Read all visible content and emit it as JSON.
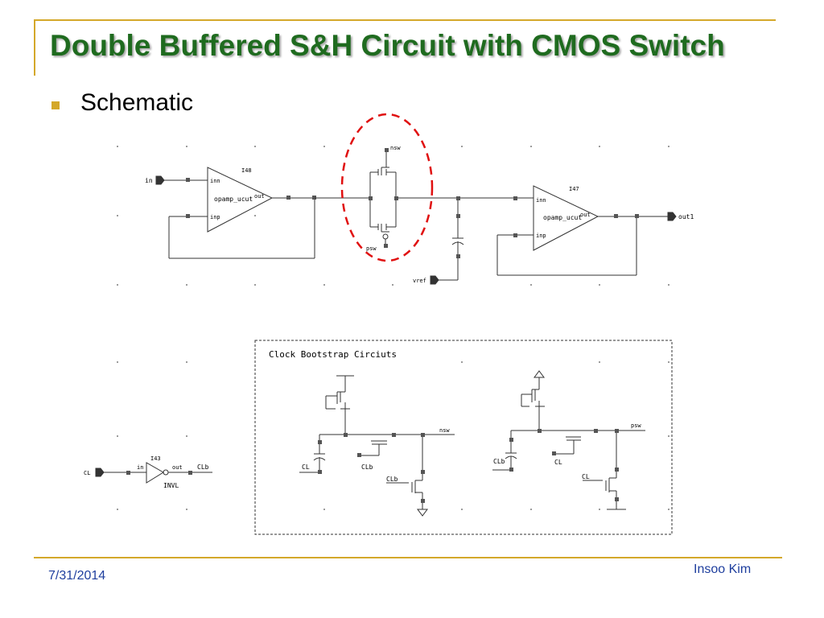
{
  "slide": {
    "title": "Double Buffered S&H Circuit with CMOS Switch",
    "bullet": "Schematic"
  },
  "schematic": {
    "net_in": "in",
    "amp1_instance": "I48",
    "amp1_cell": "opamp_ucut",
    "amp1_pin_inn": "inn",
    "amp1_pin_inp": "inp",
    "amp1_pin_out": "out",
    "switch_gate_top": "nsw",
    "switch_gate_bottom": "psw",
    "net_vref": "vref",
    "amp2_instance": "I47",
    "amp2_cell": "opamp_ucut",
    "amp2_pin_inn": "inn",
    "amp2_pin_inp": "inp",
    "amp2_pin_out": "out",
    "net_out": "out1",
    "bootstrap_title": "Clock Bootstrap Circiuts",
    "boot1_net": "nsw",
    "boot1_cl": "CL",
    "boot1_clb_a": "CLb",
    "boot1_clb_b": "CLb",
    "boot2_net": "psw",
    "boot2_clb": "CLb",
    "boot2_cl_a": "CL",
    "boot2_cl_b": "CL",
    "inv_instance": "I43",
    "inv_cell": "INVL",
    "inv_pin_in": "in",
    "inv_pin_out": "out",
    "inv_in_net": "CL",
    "inv_out_net": "CLb"
  },
  "colors": {
    "title": "#1f6b1f",
    "accent": "#d4a82a",
    "footer_text": "#1f3f9e",
    "highlight": "#e01010"
  },
  "footer": {
    "date": "7/31/2014",
    "author": "Insoo Kim"
  }
}
